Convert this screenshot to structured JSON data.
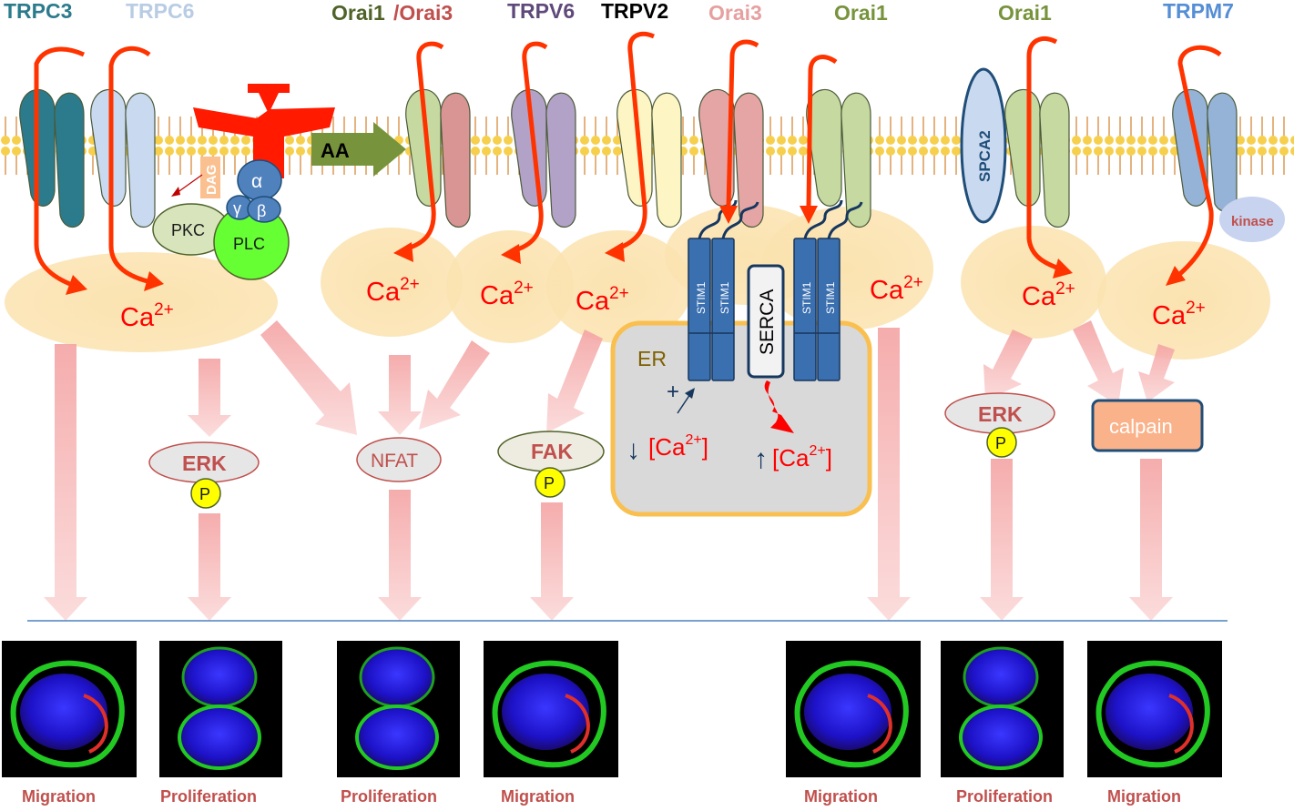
{
  "channels": [
    {
      "label": "TRPC3",
      "color": "#2c7b8c"
    },
    {
      "label": "TRPC6",
      "color": "#b8cce4"
    },
    {
      "label": "Orai1",
      "color": "#4f6228"
    },
    {
      "label": "/Orai3",
      "color": "#c0504d"
    },
    {
      "label": "TRPV6",
      "color": "#5f497a"
    },
    {
      "label": "TRPV2",
      "color": "#000000"
    },
    {
      "label": "Orai3",
      "color": "#e6a0a0"
    },
    {
      "label": "Orai1",
      "color": "#77933c"
    },
    {
      "label": "Orai1",
      "color": "#77933c"
    },
    {
      "label": "TRPM7",
      "color": "#558ed5"
    }
  ],
  "signaling": {
    "aa": "AA",
    "dag": "DAG",
    "pkc": "PKC",
    "plc": "PLC",
    "alpha": "α",
    "gamma": "γ",
    "beta": "β",
    "spca2": "SPCA2",
    "kinase": "kinase"
  },
  "calcium": {
    "base": "Ca",
    "sup": "2+"
  },
  "nodes": {
    "erk": "ERK",
    "nfat": "NFAT",
    "fak": "FAK",
    "calpain": "calpain",
    "p": "P"
  },
  "er": {
    "label": "ER",
    "stim": "STIM1",
    "serca": "SERCA",
    "plus": "+",
    "down": "↓",
    "up": "↑",
    "conc": "[Ca",
    "conc_sup": "2+",
    "conc_close": "]"
  },
  "outcomes": [
    "Migration",
    "Proliferation",
    "Proliferation",
    "Migration",
    "Migration",
    "Proliferation",
    "Migration"
  ],
  "colors": {
    "calcium_cloud": "#fbe3b0",
    "red_arrow": "#ff3300",
    "pink_arrow": "#f7a6a6",
    "membrane_head": "#f6d04d",
    "receptor": "#ff1a00",
    "er_fill": "#d9d9d9",
    "er_border": "#f9bf4f",
    "stim": "#3a6fb0"
  }
}
